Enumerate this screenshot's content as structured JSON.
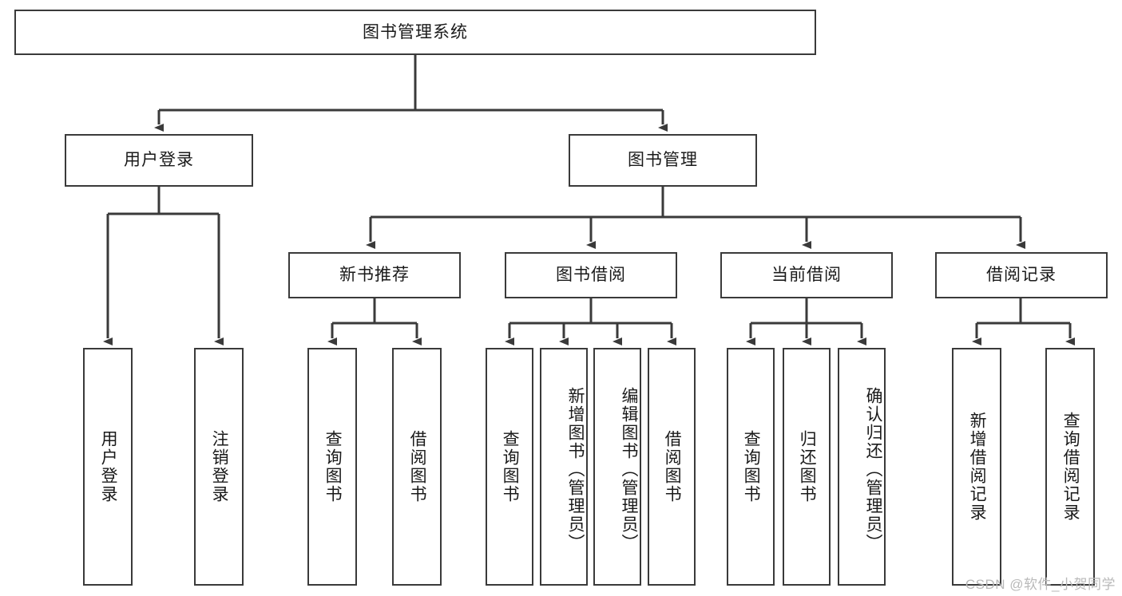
{
  "diagram": {
    "title": "图书管理系统",
    "type": "tree-hierarchy-diagram",
    "root": {
      "id": "root",
      "label": "图书管理系统"
    },
    "level2": [
      {
        "id": "user-login",
        "label": "用户登录"
      },
      {
        "id": "book-management",
        "label": "图书管理"
      }
    ],
    "level3": [
      {
        "id": "new-book-recommend",
        "label": "新书推荐",
        "parent": "book-management"
      },
      {
        "id": "book-borrow",
        "label": "图书借阅",
        "parent": "book-management"
      },
      {
        "id": "current-borrow",
        "label": "当前借阅",
        "parent": "book-management"
      },
      {
        "id": "borrow-record",
        "label": "借阅记录",
        "parent": "book-management"
      }
    ],
    "leaves": {
      "user-login": [
        {
          "id": "leaf-user-login",
          "label": "用户登录"
        },
        {
          "id": "leaf-logout",
          "label": "注销登录"
        }
      ],
      "new-book-recommend": [
        {
          "id": "leaf-query-book-1",
          "label": "查询图书"
        },
        {
          "id": "leaf-borrow-book-1",
          "label": "借阅图书"
        }
      ],
      "book-borrow": [
        {
          "id": "leaf-query-book-2",
          "label": "查询图书"
        },
        {
          "id": "leaf-add-book",
          "label": "新增图书（管理员）"
        },
        {
          "id": "leaf-edit-book",
          "label": "编辑图书（管理员）"
        },
        {
          "id": "leaf-borrow-book-2",
          "label": "借阅图书"
        }
      ],
      "current-borrow": [
        {
          "id": "leaf-query-book-3",
          "label": "查询图书"
        },
        {
          "id": "leaf-return-book",
          "label": "归还图书"
        },
        {
          "id": "leaf-confirm-return",
          "label": "确认归还（管理员）"
        }
      ],
      "borrow-record": [
        {
          "id": "leaf-add-record",
          "label": "新增借阅记录"
        },
        {
          "id": "leaf-query-record",
          "label": "查询借阅记录"
        }
      ]
    },
    "colors": {
      "stroke": "#3a3a3a",
      "fill": "#ffffff",
      "text": "#1a1a1a",
      "watermark": "#b9b9b9"
    }
  },
  "watermark": {
    "text": "CSDN @软件_小贺同学"
  }
}
